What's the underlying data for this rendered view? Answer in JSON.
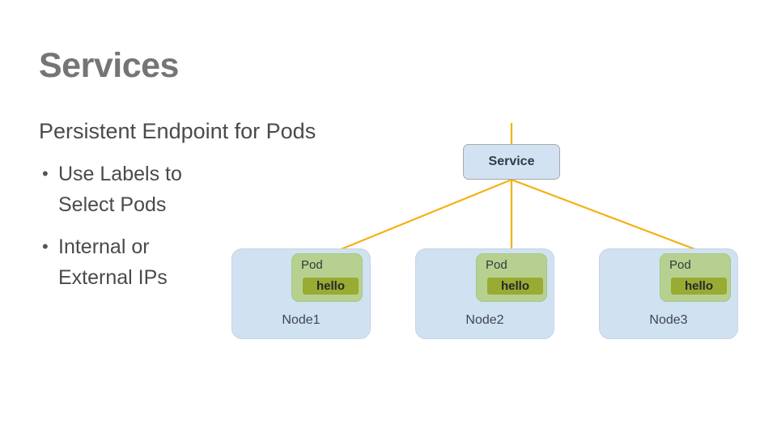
{
  "slide": {
    "title": "Services",
    "subtitle": "Persistent Endpoint for Pods",
    "bullets": [
      {
        "marker": "•",
        "text": "Use Labels to\nSelect Pods"
      },
      {
        "marker": "•",
        "text": "Internal or\nExternal IPs"
      }
    ]
  },
  "diagram": {
    "service": {
      "label": "Service"
    },
    "nodes": [
      {
        "label": "Node1",
        "pod": {
          "label": "Pod",
          "badge": "hello"
        }
      },
      {
        "label": "Node2",
        "pod": {
          "label": "Pod",
          "badge": "hello"
        }
      },
      {
        "label": "Node3",
        "pod": {
          "label": "Pod",
          "badge": "hello"
        }
      }
    ]
  },
  "colors": {
    "title_gray": "#757575",
    "body_gray": "#4a4a4a",
    "node_blue": "#d0e1f2",
    "service_blue": "#d3e2f3",
    "pod_green": "#b6d18f",
    "badge_olive": "#98ab33",
    "connector_amber": "#f5b014",
    "background": "#ffffff"
  }
}
